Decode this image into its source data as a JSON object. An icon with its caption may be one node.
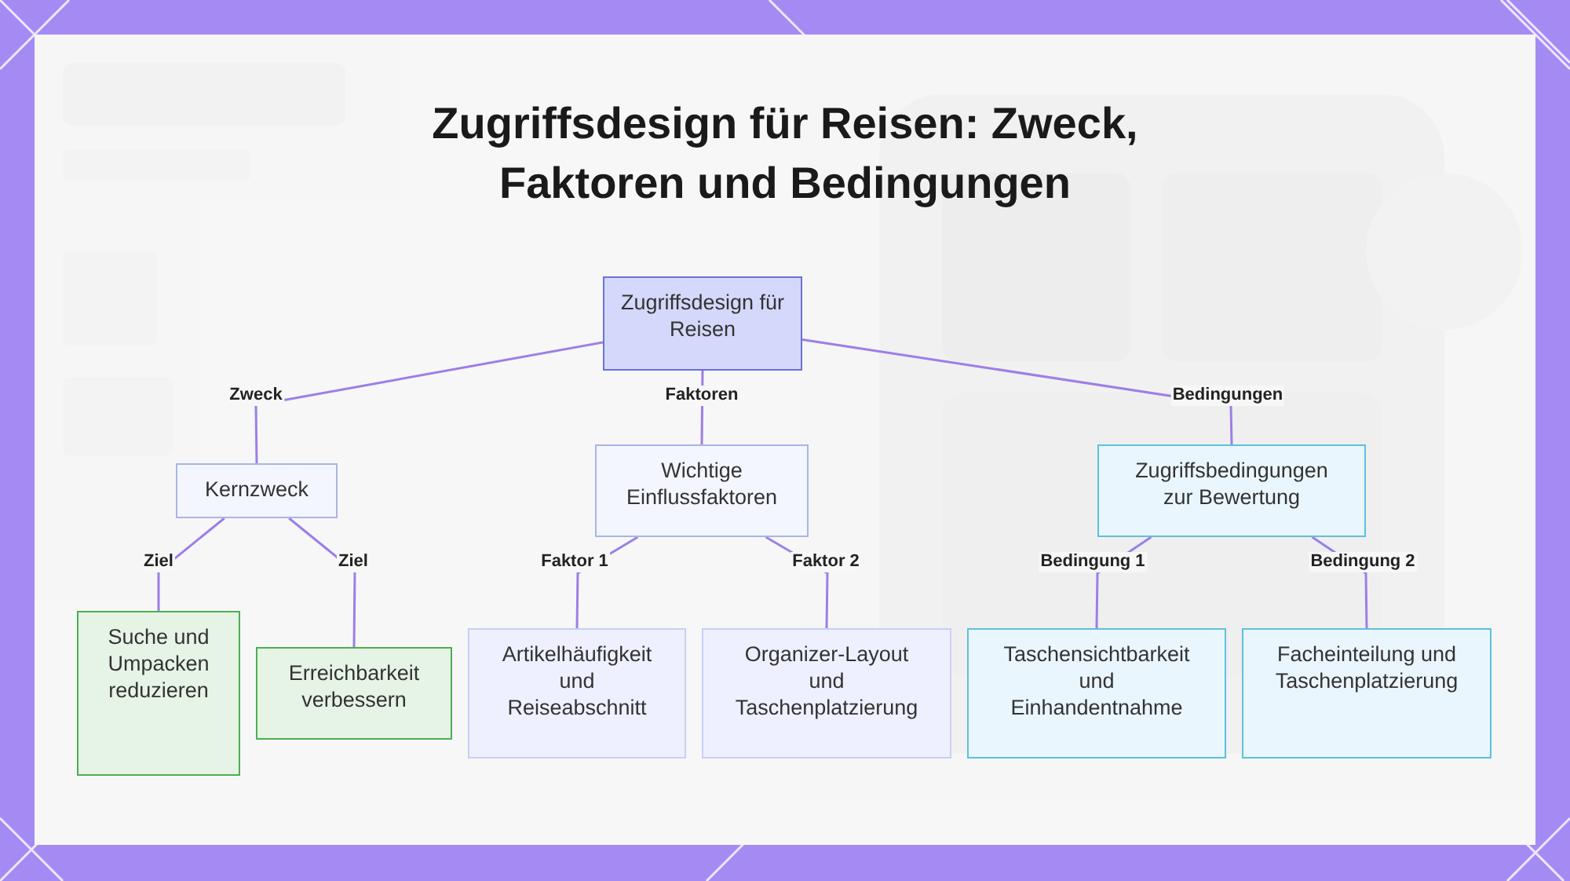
{
  "diagram": {
    "title": "Zugriffsdesign für Reisen: Zweck, Faktoren und Bedingungen",
    "nodes": [
      {
        "text": [
          "Zugriffsdesign für Reisen"
        ]
      },
      {
        "text": [
          "Kernzweck"
        ]
      },
      {
        "text": [
          "Wichtige Einflussfaktoren"
        ]
      },
      {
        "text": [
          "Zugriffsbedingungen zur Bewertung"
        ]
      },
      {
        "text": [
          "Suche und Umpacken reduzieren"
        ]
      },
      {
        "text": [
          "Erreichbarkeit verbessern"
        ]
      },
      {
        "text": [
          "Artikelhäufigkeit und Reiseabschnitt"
        ]
      },
      {
        "text": [
          "Organizer-Layout und Taschenplatzierung"
        ]
      },
      {
        "text": [
          "Taschensichtbarkeit und Einhandentnahme"
        ]
      },
      {
        "text": [
          "Facheinteilung und Taschenplatzierung"
        ]
      }
    ],
    "edges": [
      {
        "from": 0,
        "to": 1,
        "arrow": "none",
        "label": "Zweck"
      },
      {
        "from": 0,
        "to": 2,
        "arrow": "none",
        "label": "Faktoren"
      },
      {
        "from": 0,
        "to": 3,
        "arrow": "none",
        "label": "Bedingungen"
      },
      {
        "from": 1,
        "to": 4,
        "arrow": "none",
        "label": "Ziel"
      },
      {
        "from": 1,
        "to": 5,
        "arrow": "none",
        "label": "Ziel"
      },
      {
        "from": 2,
        "to": 6,
        "arrow": "none",
        "label": "Faktor 1"
      },
      {
        "from": 2,
        "to": 7,
        "arrow": "none",
        "label": "Faktor 2"
      },
      {
        "from": 3,
        "to": 8,
        "arrow": "none",
        "label": "Bedingung 1"
      },
      {
        "from": 3,
        "to": 9,
        "arrow": "none",
        "label": "Bedingung 2"
      }
    ]
  }
}
